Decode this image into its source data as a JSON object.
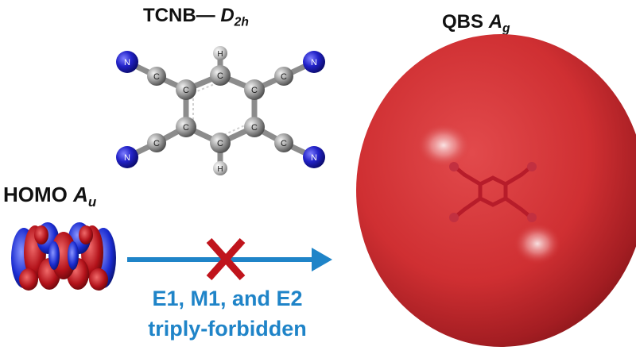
{
  "molecule": {
    "name": "TCNB",
    "charge": "—",
    "symmetry_main": "D",
    "symmetry_sub": "2h",
    "atom_labels": {
      "carbon": "C",
      "nitrogen": "N",
      "hydrogen": "H"
    }
  },
  "orbital": {
    "name": "HOMO",
    "symmetry_main": "A",
    "symmetry_sub": "u"
  },
  "state": {
    "name": "QBS",
    "symmetry_main": "A",
    "symmetry_sub": "g"
  },
  "transition": {
    "line1": "E1, M1, and E2",
    "line2": "triply-forbidden",
    "status_icon": "cross-icon"
  },
  "colors": {
    "arrow": "#1f84c8",
    "cross": "#c0141c",
    "sphere": "#d33436",
    "nitrogen": "#1d1db4",
    "carbon": "#8a8a8a",
    "hydrogen": "#b8b8b8",
    "orbital_red": "#b3121a",
    "orbital_blue": "#1a2bd0"
  }
}
